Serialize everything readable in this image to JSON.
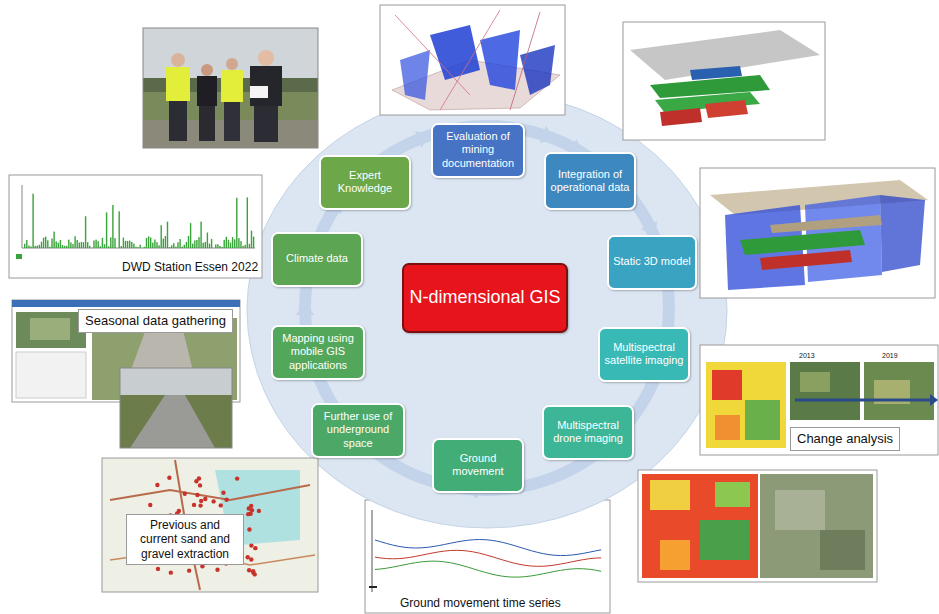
{
  "diagram": {
    "nodes": [
      {
        "text": [
          "Evaluation of mining documentation"
        ]
      },
      {
        "text": [
          "Integration of operational data"
        ]
      },
      {
        "text": [
          "Static 3D model"
        ]
      },
      {
        "text": [
          "Multispectral satellite imaging"
        ]
      },
      {
        "text": [
          "Multispectral drone imaging"
        ]
      },
      {
        "text": [
          "Ground movement"
        ]
      },
      {
        "text": [
          "Further use of underground space"
        ]
      },
      {
        "text": [
          "Mapping using mobile GIS applications"
        ]
      },
      {
        "text": [
          "Climate data"
        ]
      },
      {
        "text": [
          "Expert Knowledge"
        ]
      },
      {
        "text": [
          "N-dimensional GIS"
        ]
      }
    ],
    "labels": [
      "DWD Station Essen 2022",
      "Seasonal data gathering",
      "Change analysis",
      "2013",
      "2019",
      "Previous and current sand and gravel extraction",
      "Ground movement time series"
    ]
  }
}
